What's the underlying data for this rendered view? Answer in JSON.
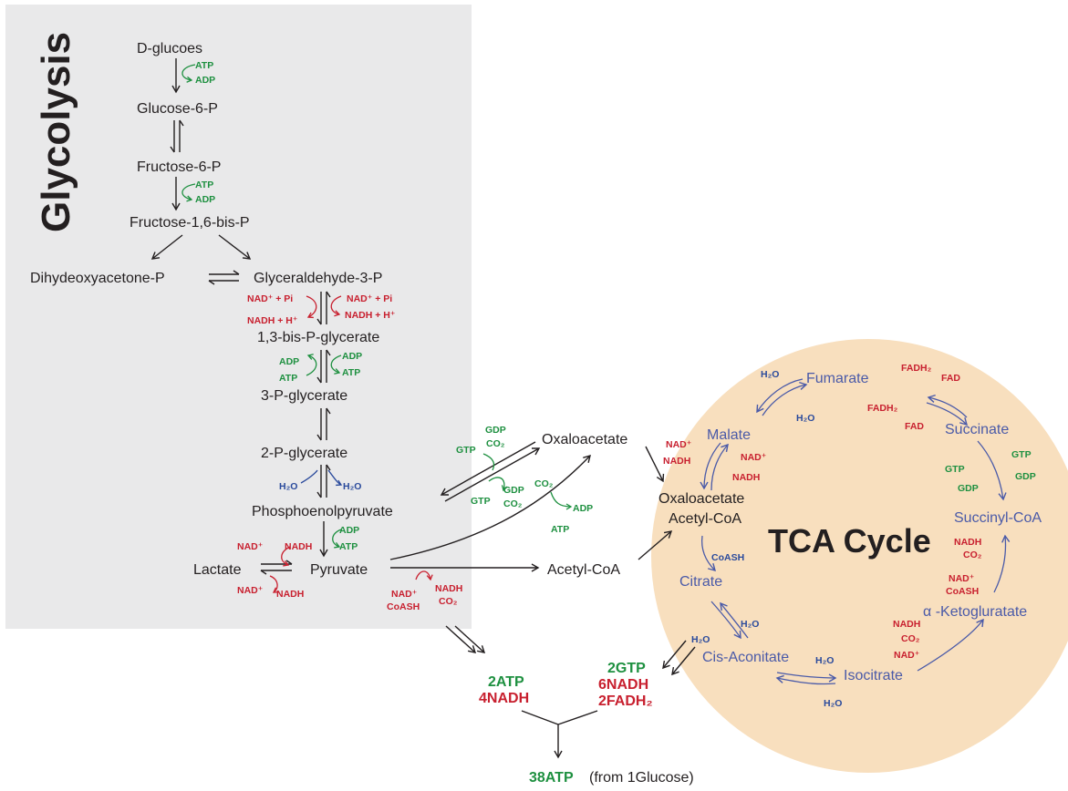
{
  "titles": {
    "glycolysis": "Glycolysis",
    "tca": "TCA Cycle"
  },
  "glycolysis": {
    "d_glucose": "D-glucoes",
    "glucose_6_p": "Glucose-6-P",
    "fructose_6_p": "Fructose-6-P",
    "fructose_16_bis_p": "Fructose-1,6-bis-P",
    "dihydroxyacetone_p": "Dihydeoxyacetone-P",
    "glyceraldehyde_3_p": "Glyceraldehyde-3-P",
    "bis_p_glycerate": "1,3-bis-P-glycerate",
    "p3_glycerate": "3-P-glycerate",
    "p2_glycerate": "2-P-glycerate",
    "phosphoenolpyruvate": "Phosphoenolpyruvate",
    "lactate": "Lactate",
    "pyruvate": "Pyruvate"
  },
  "bridge": {
    "oxaloacetate": "Oxaloacetate",
    "acetyl_coa": "Acetyl-CoA"
  },
  "tca": {
    "oxaloacetate": "Oxaloacetate",
    "acetyl_coa": "Acetyl-CoA",
    "citrate": "Citrate",
    "cis_aconitate": "Cis-Aconitate",
    "isocitrate": "Isocitrate",
    "alpha_kg": "α -Ketogluratate",
    "succinyl_coa": "Succinyl-CoA",
    "succinate": "Succinate",
    "fumarate": "Fumarate",
    "malate": "Malate"
  },
  "cofactors": {
    "atp": "ATP",
    "adp": "ADP",
    "gtp": "GTP",
    "gdp": "GDP",
    "nad_pi": "NAD⁺ + Pi",
    "nadh_h": "NADH + H⁺",
    "nad": "NAD⁺",
    "nadh": "NADH",
    "co2": "CO₂",
    "h2o": "H₂O",
    "coash": "CoASH",
    "fad": "FAD",
    "fadh2": "FADH₂"
  },
  "totals": {
    "glyco_atp": "2ATP",
    "glyco_nadh": "4NADH",
    "tca_gtp": "2GTP",
    "tca_nadh": "6NADH",
    "tca_fadh2": "2FADH₂",
    "final_atp": "38ATP",
    "final_note": "(from 1Glucose)"
  },
  "colors": {
    "glycolysis_panel": "#e9e9ea",
    "tca_circle": "#f8dfbe",
    "metabolite": "#231f20",
    "tca_metabolite": "#4a5aa8",
    "nad_red": "#c8202f",
    "atp_green": "#1e9040",
    "water_blue": "#2a4a9c"
  }
}
